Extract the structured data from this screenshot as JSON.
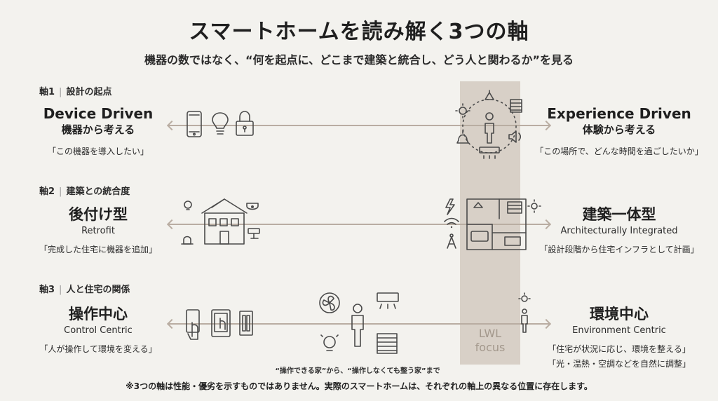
{
  "header": {
    "title": "スマートホームを読み解く3つの軸",
    "subtitle": "機器の数ではなく、“何を起点に、どこまで建築と統合し、どう人と関わるか”を見る"
  },
  "focus": {
    "line1": "LWL",
    "line2": "focus"
  },
  "axes": [
    {
      "heading_num": "軸1",
      "heading_text": "設計の起点",
      "left": {
        "title": "Device Driven",
        "subtitle": "機器から考える",
        "quote": "「この機器を導入したい」"
      },
      "right": {
        "title": "Experience Driven",
        "subtitle": "体験から考える",
        "quote": "「この場所で、どんな時間を過ごしたいか」"
      }
    },
    {
      "heading_num": "軸2",
      "heading_text": "建築との統合度",
      "left": {
        "title": "後付け型",
        "subtitle": "Retrofit",
        "quote": "「完成した住宅に機器を追加」"
      },
      "right": {
        "title": "建築一体型",
        "subtitle": "Architecturally Integrated",
        "quote": "「設計段階から住宅インフラとして計画」"
      }
    },
    {
      "heading_num": "軸3",
      "heading_text": "人と住宅の関係",
      "left": {
        "title": "操作中心",
        "subtitle": "Control Centric",
        "quote": "「人が操作して環境を変える」"
      },
      "right": {
        "title": "環境中心",
        "subtitle": "Environment Centric",
        "quote_line1": "「住宅が状況に応じ、環境を整える」",
        "quote_line2": "「光・温熱・空調などを自然に調整」"
      }
    }
  ],
  "caption": "“操作できる家”から、“操作しなくても整う家”まで",
  "footnote": "※3つの軸は性能・優劣を示すものではありません。実際のスマートホームは、それぞれの軸上の異なる位置に存在します。",
  "colors": {
    "background": "#f3f2ee",
    "focus_band": "#d8d0c7",
    "axis_line": "#b9ada2",
    "icon": "#4a4a4a"
  }
}
